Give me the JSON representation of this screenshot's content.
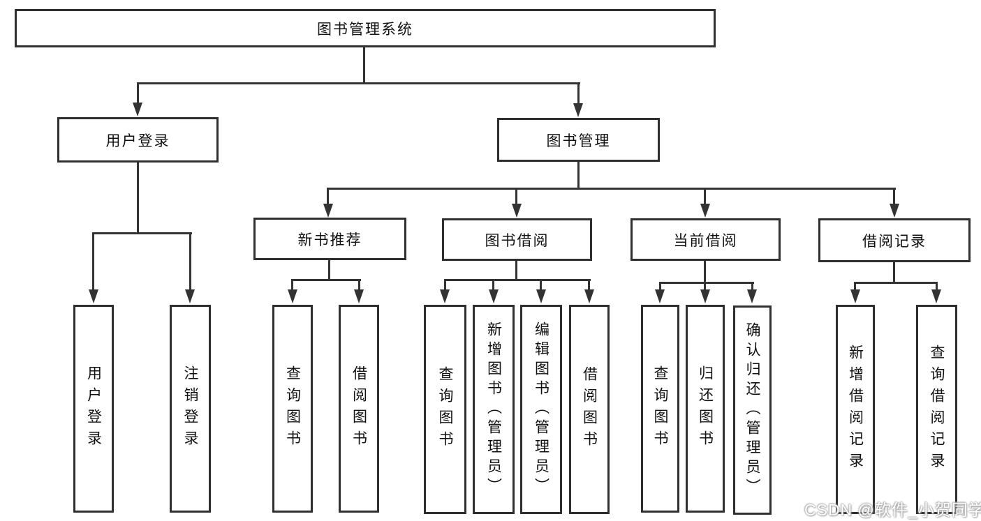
{
  "watermark": "CSDN @软件_小贺同学",
  "colors": {
    "line": "#333333",
    "box_border": "#2f2f2f",
    "text": "#111111",
    "watermark_text": "#ffffff"
  },
  "diagram": {
    "type": "hierarchy",
    "nodes": {
      "root": "图书管理系统",
      "level2": {
        "user_login": "用户登录",
        "book_mgmt": "图书管理"
      },
      "level3": {
        "new_book_rec": "新书推荐",
        "book_borrow": "图书借阅",
        "current_borrow": "当前借阅",
        "borrow_record": "借阅记录"
      },
      "leaves": {
        "user_login": "用户登录",
        "logout": "注销登录",
        "rec_query_book": "查询图书",
        "rec_borrow_book": "借阅图书",
        "borrow_query_book": "查询图书",
        "borrow_add_book": "新增图书（管理员）",
        "borrow_edit_book": "编辑图书（管理员）",
        "borrow_borrow_book": "借阅图书",
        "current_query_book": "查询图书",
        "current_return_book": "归还图书",
        "current_confirm_return": "确认归还（管理员）",
        "record_add": "新增借阅记录",
        "record_query": "查询借阅记录"
      }
    },
    "edges": [
      [
        "图书管理系统",
        "用户登录"
      ],
      [
        "图书管理系统",
        "图书管理"
      ],
      [
        "用户登录",
        "用户登录(叶)"
      ],
      [
        "用户登录",
        "注销登录"
      ],
      [
        "图书管理",
        "新书推荐"
      ],
      [
        "图书管理",
        "图书借阅"
      ],
      [
        "图书管理",
        "当前借阅"
      ],
      [
        "图书管理",
        "借阅记录"
      ],
      [
        "新书推荐",
        "查询图书"
      ],
      [
        "新书推荐",
        "借阅图书"
      ],
      [
        "图书借阅",
        "查询图书"
      ],
      [
        "图书借阅",
        "新增图书（管理员）"
      ],
      [
        "图书借阅",
        "编辑图书（管理员）"
      ],
      [
        "图书借阅",
        "借阅图书"
      ],
      [
        "当前借阅",
        "查询图书"
      ],
      [
        "当前借阅",
        "归还图书"
      ],
      [
        "当前借阅",
        "确认归还（管理员）"
      ],
      [
        "借阅记录",
        "新增借阅记录"
      ],
      [
        "借阅记录",
        "查询借阅记录"
      ]
    ]
  }
}
